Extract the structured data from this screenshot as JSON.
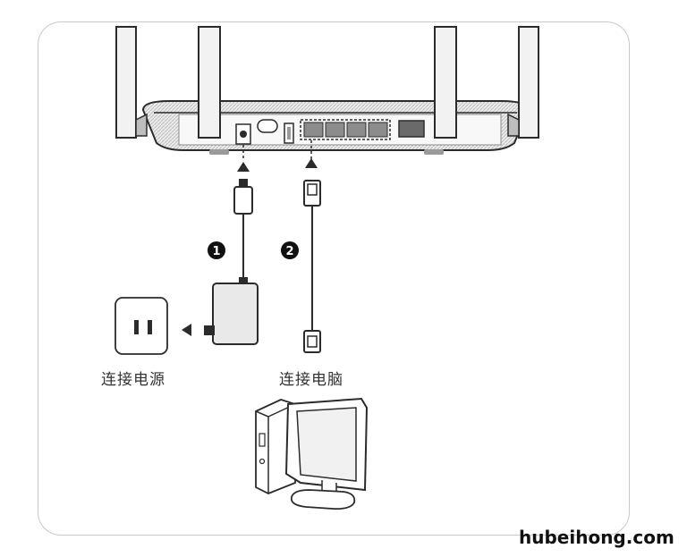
{
  "steps": [
    {
      "number": "1",
      "label": "连接电源"
    },
    {
      "number": "2",
      "label": "连接电脑"
    }
  ],
  "watermark": "hubeihong.com",
  "colors": {
    "line": "#2b2b2b",
    "fill_light": "#ededed",
    "fill_mid": "#cfcfcf",
    "frame_border": "#c9c9c9"
  }
}
